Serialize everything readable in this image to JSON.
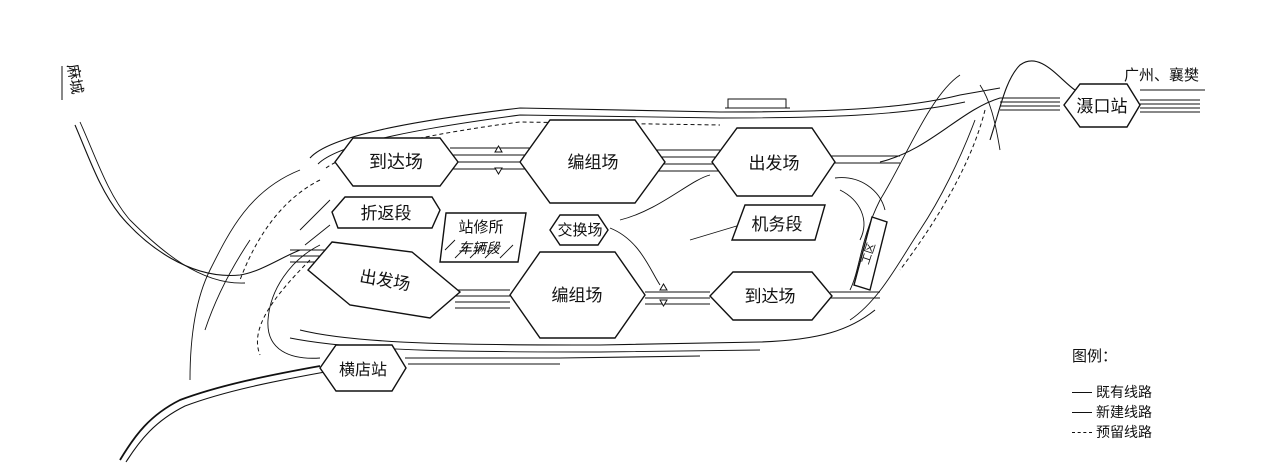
{
  "yards": {
    "arrival_1": "到达场",
    "marshalling_1": "编组场",
    "departure_1": "出发场",
    "turnback": "折返段",
    "station_repair": "站修所",
    "vehicle_depot": "车辆段",
    "exchange": "交换场",
    "locomotive": "机务段",
    "departure_2": "出发场",
    "marshalling_2": "编组场",
    "arrival_2": "到达场",
    "work_area": "工区"
  },
  "stations": {
    "xiekou": "滠口站",
    "hengdian": "横店站"
  },
  "directions": {
    "macheng": "麻城",
    "guangzhou_xiangfan": "广州、襄樊"
  },
  "legend": {
    "title": "图例：",
    "existing": "既有线路",
    "new": "新建线路",
    "reserved": "预留线路"
  }
}
